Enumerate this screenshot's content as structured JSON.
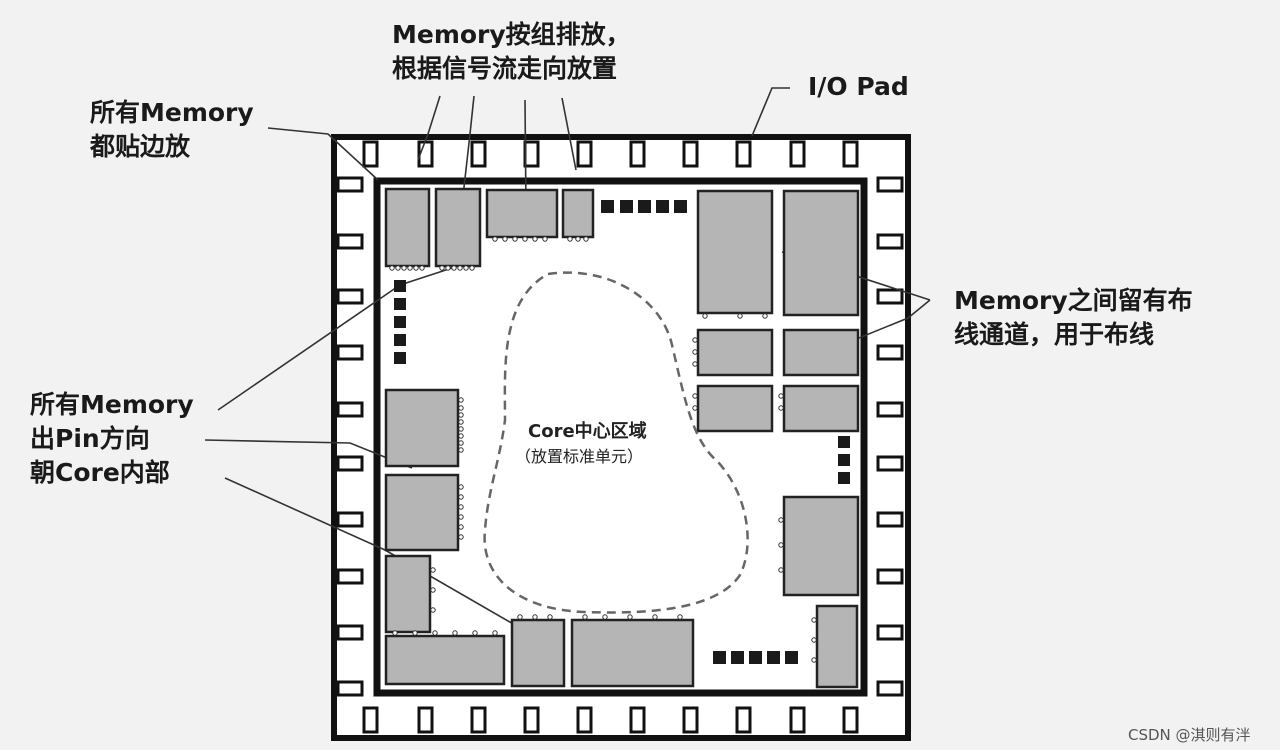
{
  "labels": {
    "memory_grouping": [
      "Memory按组排放，",
      "根据信号流走向放置"
    ],
    "io_pad": "I/O Pad",
    "memory_edge": [
      "所有Memory",
      "都贴边放"
    ],
    "memory_channel": [
      "Memory之间留有布",
      "线通道，用于布线"
    ],
    "memory_pin": [
      "所有Memory",
      "出Pin方向",
      "朝Core内部"
    ],
    "core_area": [
      "Core中心区域",
      "（放置标准单元）"
    ]
  },
  "watermark": "CSDN @淇则有泮",
  "colors": {
    "background": "#f2f2f2",
    "die_fill": "#ffffff",
    "outline": "#111111",
    "macro_fill": "#b5b5b5",
    "core_boundary": "#666666",
    "text": "#1a1a1a"
  }
}
